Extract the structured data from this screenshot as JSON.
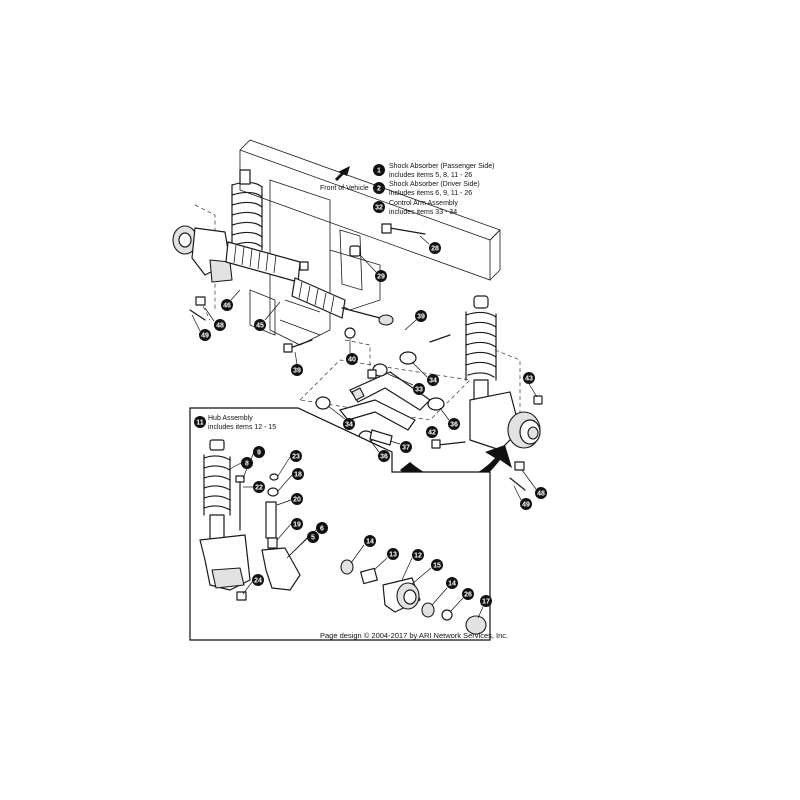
{
  "front_label": "Front of Vehicle",
  "legend": [
    {
      "number": "1",
      "title": "Shock Absorber (Passenger Side)",
      "includes": "includes items 5, 8, 11 - 26"
    },
    {
      "number": "2",
      "title": "Shock Absorber (Driver Side)",
      "includes": "includes items 6, 9, 11 - 26"
    },
    {
      "number": "32",
      "title": "Control Arm Assembly",
      "includes": "includes items 33 - 34"
    }
  ],
  "inset": {
    "number": "11",
    "title": "Hub Assembly",
    "includes": "includes items 12 - 15"
  },
  "callouts": {
    "c28": "28",
    "c29": "29",
    "c46": "46",
    "c48a": "48",
    "c49a": "49",
    "c45": "45",
    "c39a": "39",
    "c39b": "39",
    "c40": "40",
    "c34a": "34",
    "c33": "33",
    "c34b": "34",
    "c36a": "36",
    "c37": "37",
    "c36b": "36",
    "c42": "42",
    "c43": "43",
    "c48b": "48",
    "c49b": "49",
    "c9": "9",
    "c8": "8",
    "c23": "23",
    "c18": "18",
    "c22": "22",
    "c20": "20",
    "c19": "19",
    "c6": "6",
    "c5": "5",
    "c24": "24",
    "c14a": "14",
    "c13": "13",
    "c12": "12",
    "c15": "15",
    "c14b": "14",
    "c26": "26",
    "c17": "17"
  },
  "copyright": "Page design © 2004-2017 by ARI Network Services, Inc."
}
